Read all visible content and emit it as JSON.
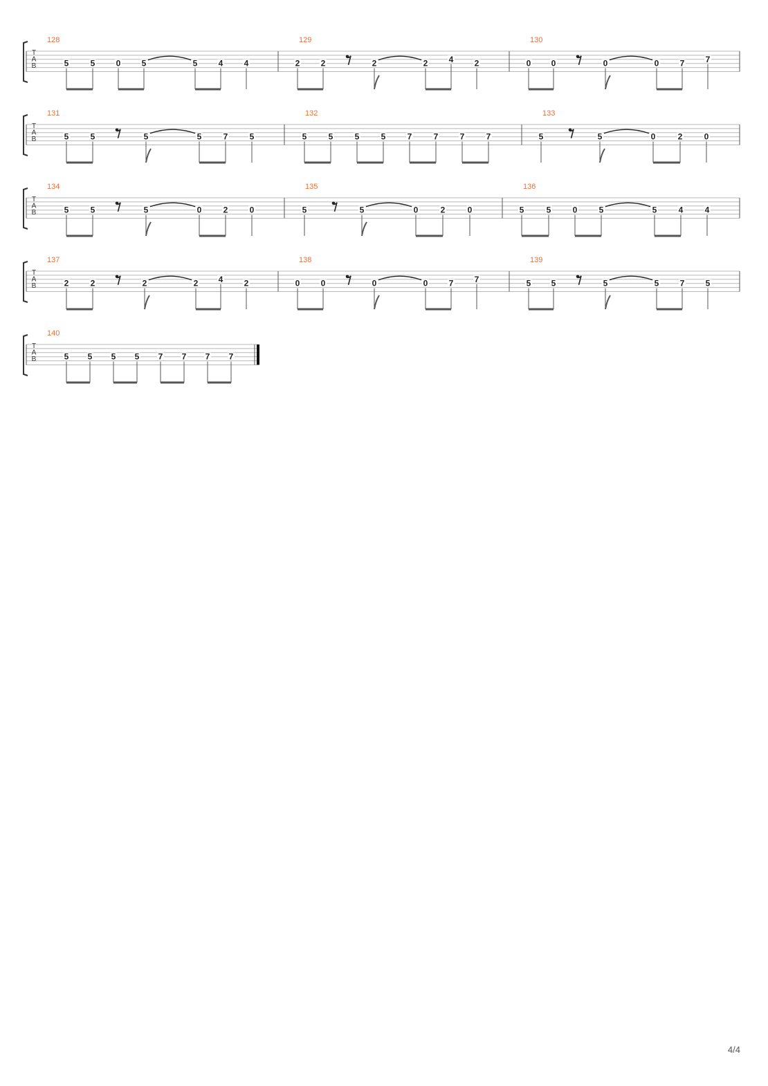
{
  "page": {
    "number_label": "4/4"
  },
  "tab_clef": [
    "T",
    "A",
    "B"
  ],
  "colors": {
    "measure_number": "#e8703a",
    "staff_line": "#b8b8b8",
    "barline": "#555555",
    "note": "#222222",
    "beam": "#555555",
    "bracket": "#333333"
  },
  "systems": [
    {
      "measures": [
        {
          "number": "128",
          "events": [
            {
              "type": "note",
              "string": 4,
              "fret": "5"
            },
            {
              "type": "note",
              "string": 4,
              "fret": "5"
            },
            {
              "type": "note",
              "string": 4,
              "fret": "0"
            },
            {
              "type": "note",
              "string": 4,
              "fret": "5",
              "tie": true
            },
            {
              "type": "note",
              "string": 4,
              "fret": "5"
            },
            {
              "type": "note",
              "string": 4,
              "fret": "4"
            },
            {
              "type": "note",
              "string": 4,
              "fret": "4"
            }
          ]
        },
        {
          "number": "129",
          "events": [
            {
              "type": "note",
              "string": 4,
              "fret": "2"
            },
            {
              "type": "note",
              "string": 4,
              "fret": "2"
            },
            {
              "type": "rest"
            },
            {
              "type": "note",
              "string": 4,
              "fret": "2",
              "tie": true,
              "flag": true
            },
            {
              "type": "note",
              "string": 4,
              "fret": "2"
            },
            {
              "type": "note",
              "string": 3,
              "fret": "4"
            },
            {
              "type": "note",
              "string": 4,
              "fret": "2"
            }
          ]
        },
        {
          "number": "130",
          "events": [
            {
              "type": "note",
              "string": 4,
              "fret": "0"
            },
            {
              "type": "note",
              "string": 4,
              "fret": "0"
            },
            {
              "type": "rest"
            },
            {
              "type": "note",
              "string": 4,
              "fret": "0",
              "tie": true,
              "flag": true
            },
            {
              "type": "note",
              "string": 4,
              "fret": "0"
            },
            {
              "type": "note",
              "string": 4,
              "fret": "7"
            },
            {
              "type": "note",
              "string": 3,
              "fret": "7"
            }
          ]
        }
      ]
    },
    {
      "measures": [
        {
          "number": "131",
          "events": [
            {
              "type": "note",
              "string": 4,
              "fret": "5"
            },
            {
              "type": "note",
              "string": 4,
              "fret": "5"
            },
            {
              "type": "rest"
            },
            {
              "type": "note",
              "string": 4,
              "fret": "5",
              "tie": true,
              "flag": true
            },
            {
              "type": "note",
              "string": 4,
              "fret": "5"
            },
            {
              "type": "note",
              "string": 4,
              "fret": "7"
            },
            {
              "type": "note",
              "string": 4,
              "fret": "5"
            }
          ]
        },
        {
          "number": "132",
          "events": [
            {
              "type": "note",
              "string": 4,
              "fret": "5"
            },
            {
              "type": "note",
              "string": 4,
              "fret": "5"
            },
            {
              "type": "note",
              "string": 4,
              "fret": "5"
            },
            {
              "type": "note",
              "string": 4,
              "fret": "5"
            },
            {
              "type": "note",
              "string": 4,
              "fret": "7"
            },
            {
              "type": "note",
              "string": 4,
              "fret": "7"
            },
            {
              "type": "note",
              "string": 4,
              "fret": "7"
            },
            {
              "type": "note",
              "string": 4,
              "fret": "7"
            }
          ]
        },
        {
          "number": "133",
          "events": [
            {
              "type": "note",
              "string": 4,
              "fret": "5",
              "single": true
            },
            {
              "type": "rest"
            },
            {
              "type": "note",
              "string": 4,
              "fret": "5",
              "tie": true,
              "flag": true
            },
            {
              "type": "note",
              "string": 4,
              "fret": "0"
            },
            {
              "type": "note",
              "string": 4,
              "fret": "2"
            },
            {
              "type": "note",
              "string": 4,
              "fret": "0"
            }
          ]
        }
      ]
    },
    {
      "measures": [
        {
          "number": "134",
          "events": [
            {
              "type": "note",
              "string": 4,
              "fret": "5"
            },
            {
              "type": "note",
              "string": 4,
              "fret": "5"
            },
            {
              "type": "rest"
            },
            {
              "type": "note",
              "string": 4,
              "fret": "5",
              "tie": true,
              "flag": true
            },
            {
              "type": "note",
              "string": 4,
              "fret": "0"
            },
            {
              "type": "note",
              "string": 4,
              "fret": "2"
            },
            {
              "type": "note",
              "string": 4,
              "fret": "0"
            }
          ]
        },
        {
          "number": "135",
          "events": [
            {
              "type": "note",
              "string": 4,
              "fret": "5",
              "single": true
            },
            {
              "type": "rest"
            },
            {
              "type": "note",
              "string": 4,
              "fret": "5",
              "tie": true,
              "flag": true
            },
            {
              "type": "note",
              "string": 4,
              "fret": "0"
            },
            {
              "type": "note",
              "string": 4,
              "fret": "2"
            },
            {
              "type": "note",
              "string": 4,
              "fret": "0"
            }
          ]
        },
        {
          "number": "136",
          "events": [
            {
              "type": "note",
              "string": 4,
              "fret": "5"
            },
            {
              "type": "note",
              "string": 4,
              "fret": "5"
            },
            {
              "type": "note",
              "string": 4,
              "fret": "0"
            },
            {
              "type": "note",
              "string": 4,
              "fret": "5",
              "tie": true
            },
            {
              "type": "note",
              "string": 4,
              "fret": "5"
            },
            {
              "type": "note",
              "string": 4,
              "fret": "4"
            },
            {
              "type": "note",
              "string": 4,
              "fret": "4"
            }
          ]
        }
      ]
    },
    {
      "measures": [
        {
          "number": "137",
          "events": [
            {
              "type": "note",
              "string": 4,
              "fret": "2"
            },
            {
              "type": "note",
              "string": 4,
              "fret": "2"
            },
            {
              "type": "rest"
            },
            {
              "type": "note",
              "string": 4,
              "fret": "2",
              "tie": true,
              "flag": true
            },
            {
              "type": "note",
              "string": 4,
              "fret": "2"
            },
            {
              "type": "note",
              "string": 3,
              "fret": "4"
            },
            {
              "type": "note",
              "string": 4,
              "fret": "2"
            }
          ]
        },
        {
          "number": "138",
          "events": [
            {
              "type": "note",
              "string": 4,
              "fret": "0"
            },
            {
              "type": "note",
              "string": 4,
              "fret": "0"
            },
            {
              "type": "rest"
            },
            {
              "type": "note",
              "string": 4,
              "fret": "0",
              "tie": true,
              "flag": true
            },
            {
              "type": "note",
              "string": 4,
              "fret": "0"
            },
            {
              "type": "note",
              "string": 4,
              "fret": "7"
            },
            {
              "type": "note",
              "string": 3,
              "fret": "7"
            }
          ]
        },
        {
          "number": "139",
          "events": [
            {
              "type": "note",
              "string": 4,
              "fret": "5"
            },
            {
              "type": "note",
              "string": 4,
              "fret": "5"
            },
            {
              "type": "rest"
            },
            {
              "type": "note",
              "string": 4,
              "fret": "5",
              "tie": true,
              "flag": true
            },
            {
              "type": "note",
              "string": 4,
              "fret": "5"
            },
            {
              "type": "note",
              "string": 4,
              "fret": "7"
            },
            {
              "type": "note",
              "string": 4,
              "fret": "5"
            }
          ]
        }
      ]
    },
    {
      "final": true,
      "measures": [
        {
          "number": "140",
          "events": [
            {
              "type": "note",
              "string": 4,
              "fret": "5"
            },
            {
              "type": "note",
              "string": 4,
              "fret": "5"
            },
            {
              "type": "note",
              "string": 4,
              "fret": "5"
            },
            {
              "type": "note",
              "string": 4,
              "fret": "5"
            },
            {
              "type": "note",
              "string": 4,
              "fret": "7"
            },
            {
              "type": "note",
              "string": 4,
              "fret": "7"
            },
            {
              "type": "note",
              "string": 4,
              "fret": "7"
            },
            {
              "type": "note",
              "string": 4,
              "fret": "7"
            }
          ]
        }
      ]
    }
  ]
}
